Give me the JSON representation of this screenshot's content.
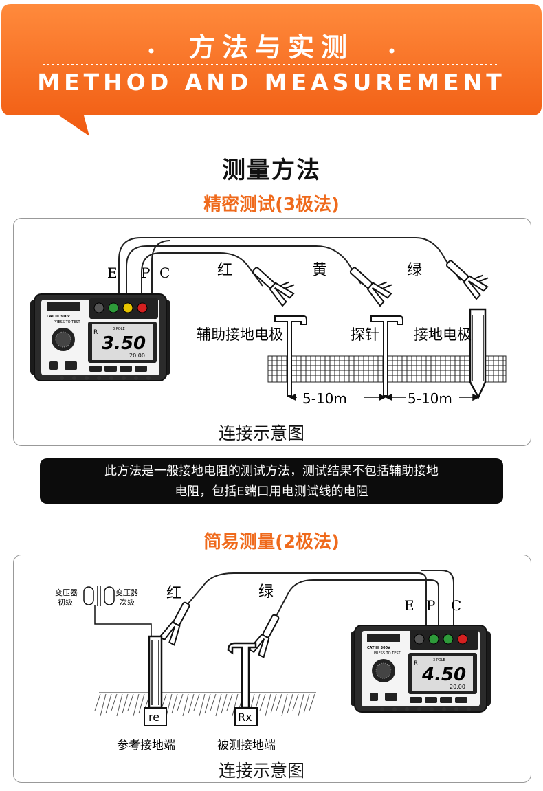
{
  "banner": {
    "title": "方法与实测",
    "subtitle": "METHOD AND MEASUREMENT",
    "dot": "·"
  },
  "section_title": "测量方法",
  "method1": {
    "title": "精密测试(3极法)",
    "terminals": [
      "E",
      "P",
      "C"
    ],
    "wire_colors": [
      "红",
      "黄",
      "绿"
    ],
    "labels": [
      "辅助接地电极",
      "探针",
      "接地电极"
    ],
    "distances": [
      "5-10m",
      "5-10m"
    ],
    "meter_reading": "3.50",
    "meter_range": "20.00",
    "meter_mode": "R",
    "meter_pole": "3 POLE",
    "meter_button_label": "PRESS TO TEST",
    "meter_cat": "CAT III 300V",
    "caption": "连接示意图"
  },
  "note": {
    "line1": "此方法是一般接地电阻的测试方法，测试结果不包括辅助接地",
    "line2": "电阻，包括E端口用电测试线的电阻"
  },
  "method2": {
    "title": "简易测量(2极法)",
    "transformer_primary": [
      "变压器",
      "初级"
    ],
    "transformer_secondary": [
      "变压器",
      "次级"
    ],
    "wire_colors": [
      "红",
      "绿"
    ],
    "terminals": [
      "E",
      "P",
      "C"
    ],
    "electrode_labels": [
      "re",
      "Rx"
    ],
    "ground_labels": [
      "参考接地端",
      "被测接地端"
    ],
    "meter_reading": "4.50",
    "meter_range": "20.00",
    "meter_mode": "R",
    "meter_pole": "3 POLE",
    "meter_button_label": "PRESS TO TEST",
    "meter_cat": "CAT III 300V",
    "caption": "连接示意图"
  },
  "colors": {
    "banner_orange": "#f26a1b",
    "accent_text": "#ef6a1c",
    "note_bg": "#0c0c0c",
    "terminal_green": "#2e9b3a",
    "terminal_yellow": "#e6c400",
    "terminal_red": "#d42020"
  }
}
